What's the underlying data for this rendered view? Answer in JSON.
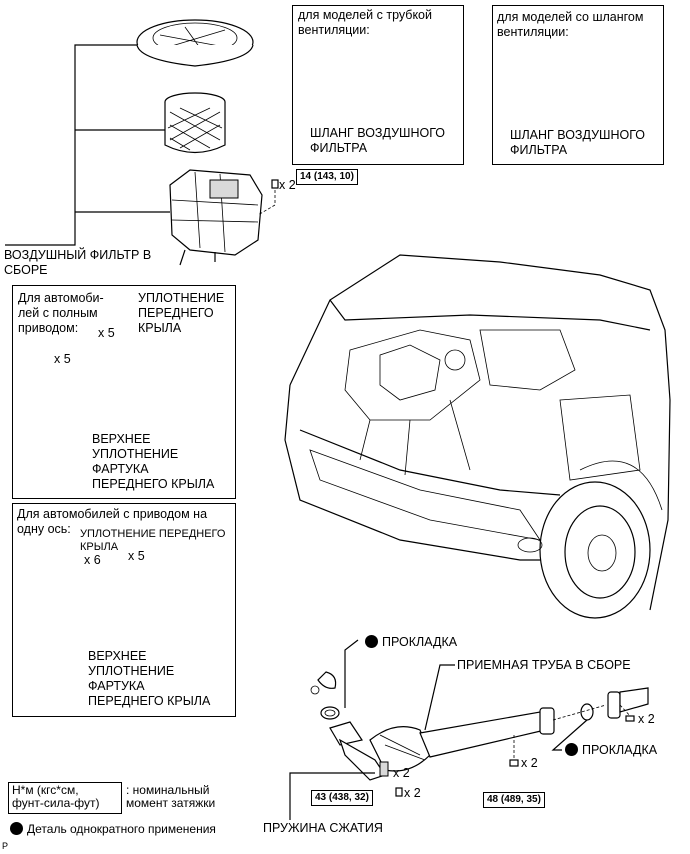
{
  "boxes": {
    "tube_model": {
      "title": "для моделей с трубкой\nвентиляции:",
      "part": "ШЛАНГ ВОЗДУШНОГО\nФИЛЬТРА"
    },
    "hose_model": {
      "title": "для моделей со шлангом\nвентиляции:",
      "part": "ШЛАНГ ВОЗДУШНОГО\nФИЛЬТРА"
    },
    "awd": {
      "title": "Для автомоби-\nлей с полным\nприводом:",
      "fender_seal": "УПЛОТНЕНИЕ\nПЕРЕДНЕГО\nКРЫЛА",
      "upper_seal": "ВЕРХНЕЕ\nУПЛОТНЕНИЕ\nФАРТУКА\nПЕРЕДНЕГО КРЫЛА",
      "qty_a": "x 5",
      "qty_b": "x 5"
    },
    "twd": {
      "title": "Для автомобилей с приводом на\nодну ось:",
      "fender_seal": "УПЛОТНЕНИЕ ПЕРЕДНЕГО\nКРЫЛА",
      "upper_seal": "ВЕРХНЕЕ\nУПЛОТНЕНИЕ\nФАРТУКА\nПЕРЕДНЕГО КРЫЛА",
      "qty_a": "x 6",
      "qty_b": "x 5"
    }
  },
  "labels": {
    "air_filter_assy": "ВОЗДУШНЫЙ ФИЛЬТР В\nСБОРЕ",
    "gasket_top": "ПРОКЛАДКА",
    "gasket_right": "ПРОКЛАДКА",
    "front_pipe": "ПРИЕМНАЯ ТРУБА В СБОРЕ",
    "spring": "ПРУЖИНА СЖАТИЯ",
    "qty_filter": "x 2",
    "qty_flange_a": "x 2",
    "qty_flange_b": "x 2",
    "qty_spring_a": "x 2",
    "qty_spring_b": "x 2"
  },
  "torques": {
    "filter": "14 (143, 10)",
    "flange_left": "43 (438, 32)",
    "flange_mid": "48 (489, 35)"
  },
  "legend": {
    "torque_unit": "Н*м (кгс*см,\nфунт-сила-фут)",
    "torque_desc": ": номинальный\nмомент затяжки",
    "non_reusable": "Деталь однократного применения",
    "corner": "P"
  }
}
